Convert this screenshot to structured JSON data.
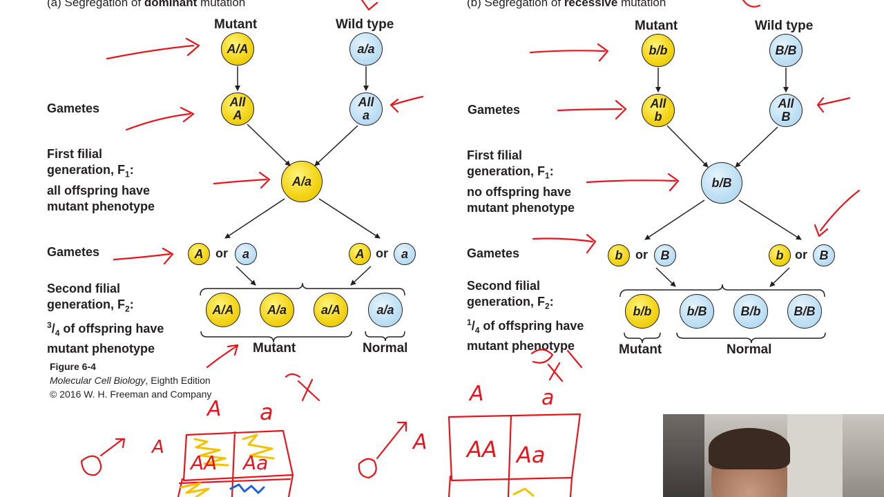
{
  "panel_a": {
    "title_prefix": "(a) Segregation of ",
    "title_bold": "dominant",
    "title_suffix": " mutation",
    "mutant_header": "Mutant",
    "wildtype_header": "Wild type",
    "parent_mutant": "A/A",
    "parent_wildtype": "a/a",
    "gametes_label": "Gametes",
    "gamete_mutant_line1": "All",
    "gamete_mutant_line2": "A",
    "gamete_wildtype_line1": "All",
    "gamete_wildtype_line2": "a",
    "f1_line1": "First filial",
    "f1_line2": "generation, F",
    "f1_sub": "1",
    "f1_line2_end": ":",
    "f1_line3_bold": "all",
    "f1_line3_rest": " offspring have",
    "f1_line4": "mutant phenotype",
    "f1_genotype": "A/a",
    "gametes2_label": "Gametes",
    "g2_left_1": "A",
    "g2_left_2": "a",
    "g2_right_1": "A",
    "g2_right_2": "a",
    "or": "or",
    "f2_line1": "Second filial",
    "f2_line2": "generation, F",
    "f2_sub": "2",
    "f2_line2_end": ":",
    "f2_frac_num": "3",
    "f2_frac_den": "4",
    "f2_line3_rest": " of offspring have",
    "f2_line4": "mutant phenotype",
    "f2_genotypes": [
      "A/A",
      "A/a",
      "a/A",
      "a/a"
    ],
    "mutant_label": "Mutant",
    "normal_label": "Normal"
  },
  "panel_b": {
    "title_prefix": "(b) Segregation of ",
    "title_bold": "recessive",
    "title_suffix": " mutation",
    "mutant_header": "Mutant",
    "wildtype_header": "Wild type",
    "parent_mutant": "b/b",
    "parent_wildtype": "B/B",
    "gametes_label": "Gametes",
    "gamete_mutant_line1": "All",
    "gamete_mutant_line2": "b",
    "gamete_wildtype_line1": "All",
    "gamete_wildtype_line2": "B",
    "f1_line1": "First filial",
    "f1_line2": "generation, F",
    "f1_sub": "1",
    "f1_line2_end": ":",
    "f1_line3_bold": "no",
    "f1_line3_rest": " offspring have",
    "f1_line4": "mutant phenotype",
    "f1_genotype": "b/B",
    "gametes2_label": "Gametes",
    "g2_left_1": "b",
    "g2_left_2": "B",
    "g2_right_1": "b",
    "g2_right_2": "B",
    "or": "or",
    "f2_line1": "Second filial",
    "f2_line2": "generation, F",
    "f2_sub": "2",
    "f2_line2_end": ":",
    "f2_frac_num": "1",
    "f2_frac_den": "4",
    "f2_line3_rest": " of offspring have",
    "f2_line4": "mutant phenotype",
    "f2_genotypes": [
      "b/b",
      "b/B",
      "B/b",
      "B/B"
    ],
    "mutant_label": "Mutant",
    "normal_label": "Normal"
  },
  "figure_caption": {
    "figure": "Figure 6-4",
    "book": "Molecular Cell Biology",
    "edition": ", Eighth Edition",
    "copyright": "© 2016 W. H. Freeman and Company"
  },
  "handwriting": {
    "left_top_letter_A": "A",
    "left_top_letter_a": "a",
    "left_side_letter": "A",
    "left_cell_1": "AA",
    "left_cell_2": "Aa",
    "right_top_letter_A": "A",
    "right_top_letter_a": "a",
    "right_side_letter": "A",
    "right_cell_1": "AA",
    "right_cell_2": "Aa"
  },
  "colors": {
    "ink": "#231f20",
    "mutant_yellow": "#f3d51a",
    "wildtype_blue": "#bfe0f4",
    "annotation_red": "#e8141c",
    "annotation_yellow": "#f2c200",
    "annotation_blue": "#1f5fd6"
  }
}
